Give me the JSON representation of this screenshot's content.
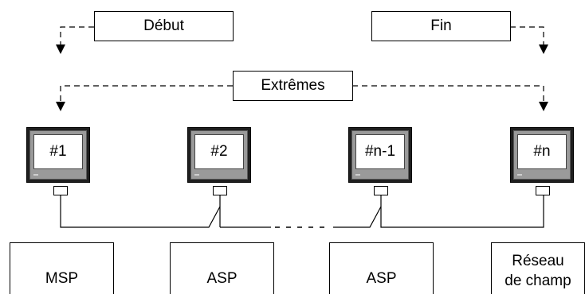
{
  "modes": {
    "debut": "Début",
    "fin": "Fin",
    "extremes": "Extrêmes"
  },
  "terminals": [
    {
      "label": "#1"
    },
    {
      "label": "#2"
    },
    {
      "label": "#n-1"
    },
    {
      "label": "#n"
    }
  ],
  "devices": [
    {
      "label": "MSP"
    },
    {
      "label": "ASP"
    },
    {
      "label": "ASP"
    },
    {
      "line1": "Réseau",
      "line2": "de champ"
    }
  ],
  "colors": {
    "line": "#000000",
    "monitor_frame": "#1e1e1e",
    "monitor_bezel": "#9a9a9a",
    "screen": "#ffffff"
  }
}
